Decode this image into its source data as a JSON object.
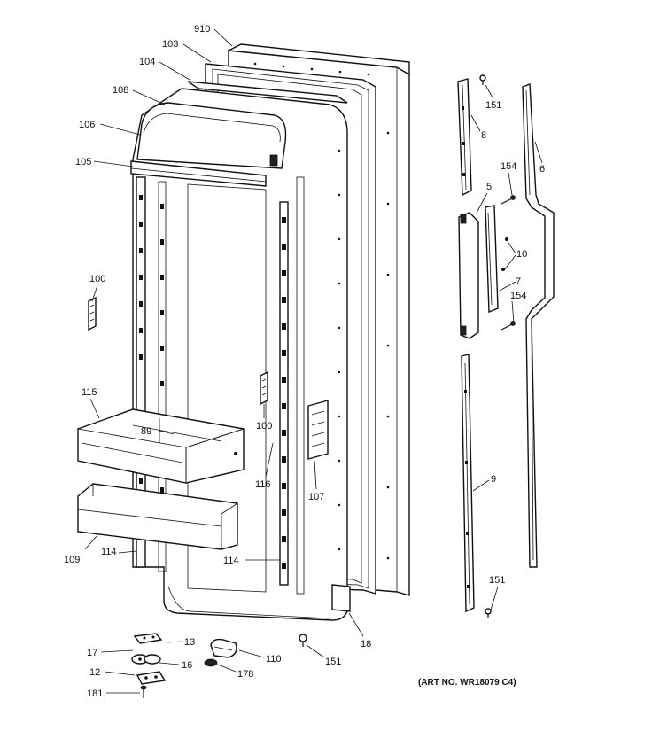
{
  "caption": "(ART NO. WR18079 C4)",
  "labels": [
    {
      "id": "910",
      "text": "910"
    },
    {
      "id": "103",
      "text": "103"
    },
    {
      "id": "104",
      "text": "104"
    },
    {
      "id": "108",
      "text": "108"
    },
    {
      "id": "106",
      "text": "106"
    },
    {
      "id": "105",
      "text": "105"
    },
    {
      "id": "100a",
      "text": "100"
    },
    {
      "id": "115",
      "text": "115"
    },
    {
      "id": "89",
      "text": "89"
    },
    {
      "id": "100b",
      "text": "100"
    },
    {
      "id": "116",
      "text": "116"
    },
    {
      "id": "107",
      "text": "107"
    },
    {
      "id": "109",
      "text": "109"
    },
    {
      "id": "114a",
      "text": "114"
    },
    {
      "id": "114b",
      "text": "114"
    },
    {
      "id": "13",
      "text": "13"
    },
    {
      "id": "17",
      "text": "17"
    },
    {
      "id": "16",
      "text": "16"
    },
    {
      "id": "12",
      "text": "12"
    },
    {
      "id": "181",
      "text": "181"
    },
    {
      "id": "110",
      "text": "110"
    },
    {
      "id": "178",
      "text": "178"
    },
    {
      "id": "151c",
      "text": "151"
    },
    {
      "id": "18",
      "text": "18"
    },
    {
      "id": "151a",
      "text": "151"
    },
    {
      "id": "8",
      "text": "8"
    },
    {
      "id": "6",
      "text": "6"
    },
    {
      "id": "154a",
      "text": "154"
    },
    {
      "id": "5",
      "text": "5"
    },
    {
      "id": "10",
      "text": "10"
    },
    {
      "id": "7",
      "text": "7"
    },
    {
      "id": "154b",
      "text": "154"
    },
    {
      "id": "9",
      "text": "9"
    },
    {
      "id": "151b",
      "text": "151"
    }
  ]
}
